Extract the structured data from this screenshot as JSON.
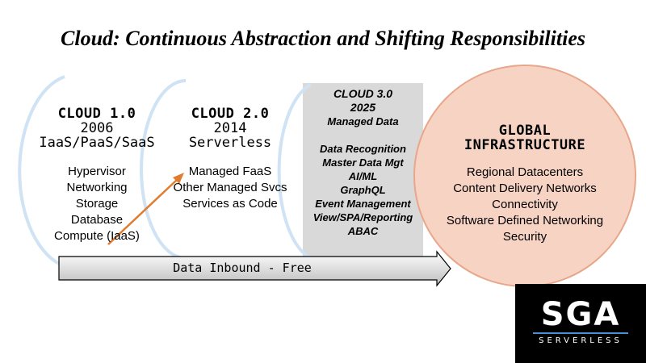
{
  "title": "Cloud: Continuous Abstraction and Shifting Responsibilities",
  "cloud1": {
    "name": "CLOUD 1.0",
    "year": "2006",
    "model": "IaaS/PaaS/SaaS",
    "items": [
      "Hypervisor",
      "Networking",
      "Storage",
      "Database",
      "Compute (IaaS)"
    ]
  },
  "cloud2": {
    "name": "CLOUD 2.0",
    "year": "2014",
    "model": "Serverless",
    "items": [
      "Managed FaaS",
      "Other Managed Svcs",
      "Services as Code"
    ]
  },
  "cloud3": {
    "name": "CLOUD 3.0",
    "year": "2025",
    "model": "Managed Data",
    "items": [
      "Data Recognition",
      "Master Data Mgt",
      "AI/ML",
      "GraphQL",
      "Event Management",
      "View/SPA/Reporting",
      "ABAC"
    ]
  },
  "global": {
    "title_line1": "GLOBAL",
    "title_line2": "INFRASTRUCTURE",
    "items": [
      "Regional Datacenters",
      "Content Delivery Networks",
      "Connectivity",
      "Software Defined Networking",
      "Security"
    ]
  },
  "arrow_label": "Data Inbound - Free",
  "logo": {
    "main": "SGA",
    "sub": "SERVERLESS"
  },
  "colors": {
    "circle_fill": "#f7d3c4",
    "circle_stroke": "#e8a68a",
    "arc_stroke": "#cfe3f5",
    "cloud3_box": "#d9d9d9",
    "arrow_orange": "#e07b2f",
    "logo_accent": "#4a90d9"
  }
}
